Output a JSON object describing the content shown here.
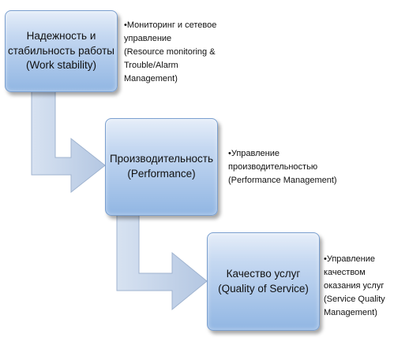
{
  "stages": [
    {
      "title_lines": [
        "Надежность и",
        "стабильность работы",
        "(Work stability)"
      ],
      "description_lines": [
        "•Мониторинг и сетевое",
        "управление",
        "(Resource monitoring &",
        "Trouble/Alarm",
        "Management)"
      ]
    },
    {
      "title_lines": [
        "Производительность",
        "(Performance)"
      ],
      "description_lines": [
        "•Управление",
        "производительностью",
        "(Performance Management)"
      ]
    },
    {
      "title_lines": [
        "Качество услуг",
        "(Quality of Service)"
      ],
      "description_lines": [
        "•Управление",
        "качеством",
        "оказания услуг",
        "(Service Quality",
        "Management)"
      ]
    }
  ],
  "colors": {
    "box_fill_top": "#e6eef9",
    "box_fill_bottom": "#91b6e3",
    "box_border": "#7a9fcf",
    "arrow_fill": "#c3d3e8",
    "arrow_edge": "#9fb3cf"
  }
}
